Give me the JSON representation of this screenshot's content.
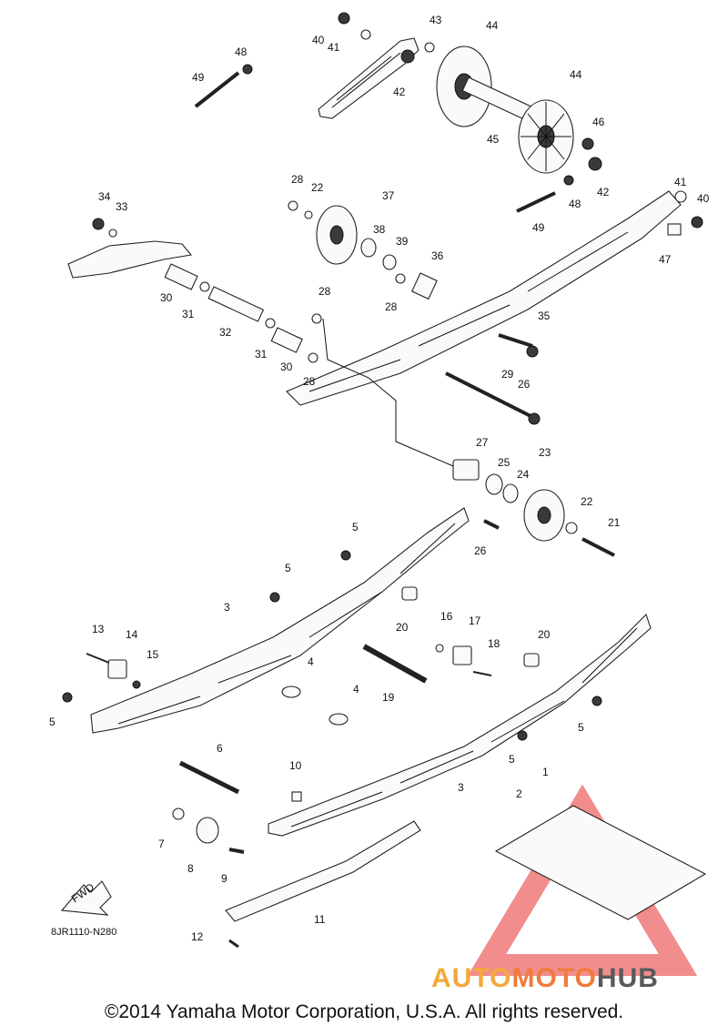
{
  "diagram": {
    "code": "8JR1110-N280",
    "fwd_label": "FWD",
    "copyright": "©2014 Yamaha Motor Corporation, U.S.A. All rights reserved.",
    "watermark": {
      "part1": "AUTO",
      "part2": "MOTO",
      "part3": "HUB"
    },
    "callouts": [
      "1",
      "2",
      "3",
      "3",
      "4",
      "4",
      "5",
      "5",
      "5",
      "5",
      "5",
      "6",
      "7",
      "8",
      "9",
      "10",
      "11",
      "12",
      "13",
      "14",
      "15",
      "16",
      "17",
      "18",
      "19",
      "20",
      "20",
      "21",
      "22",
      "22",
      "23",
      "24",
      "25",
      "26",
      "26",
      "27",
      "28",
      "28",
      "28",
      "28",
      "29",
      "30",
      "30",
      "31",
      "31",
      "32",
      "33",
      "34",
      "35",
      "36",
      "37",
      "38",
      "39",
      "40",
      "40",
      "41",
      "41",
      "42",
      "42",
      "43",
      "44",
      "44",
      "45",
      "46",
      "47",
      "48",
      "48",
      "49",
      "49"
    ]
  },
  "colors": {
    "watermark_red": "#e53030",
    "watermark_orange": "#f2a93b",
    "watermark_gray": "#5a5a5a"
  }
}
